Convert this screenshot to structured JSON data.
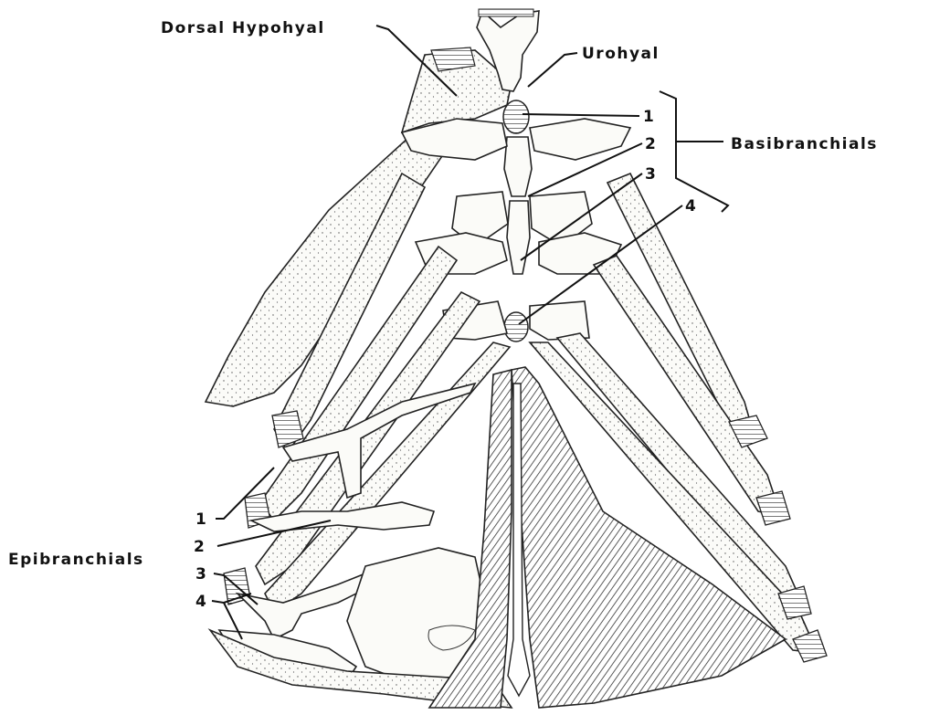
{
  "labels": {
    "dorsal_hypohyal": "Dorsal Hypohyal",
    "urohyal": "Urohyal",
    "basibranchials": "Basibranchials",
    "epibranchials": "Epibranchials"
  },
  "basibranchial_numbers": [
    "1",
    "2",
    "3",
    "4"
  ],
  "epibranchial_numbers": [
    "1",
    "2",
    "3",
    "4"
  ]
}
